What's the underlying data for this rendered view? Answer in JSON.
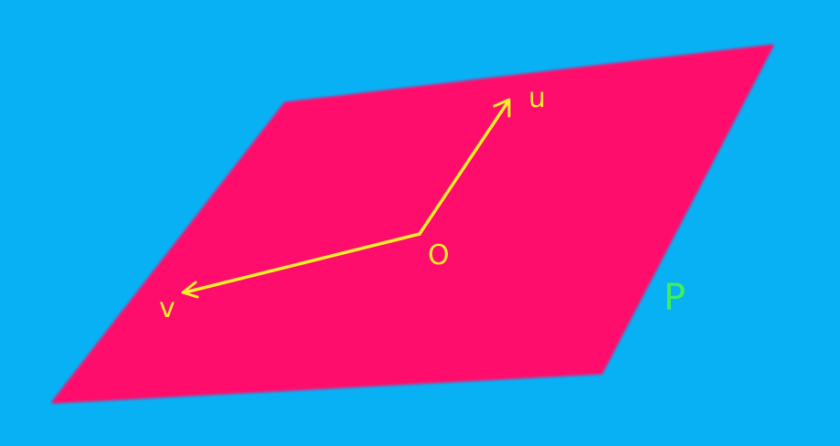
{
  "colors": {
    "background": "#08b0f4",
    "plane": "#fe0a6c",
    "vectors": "#f5ef2c",
    "plane_label": "#3ff05a"
  },
  "labels": {
    "origin": "O",
    "vector_u": "u",
    "vector_v": "v",
    "plane": "P"
  }
}
